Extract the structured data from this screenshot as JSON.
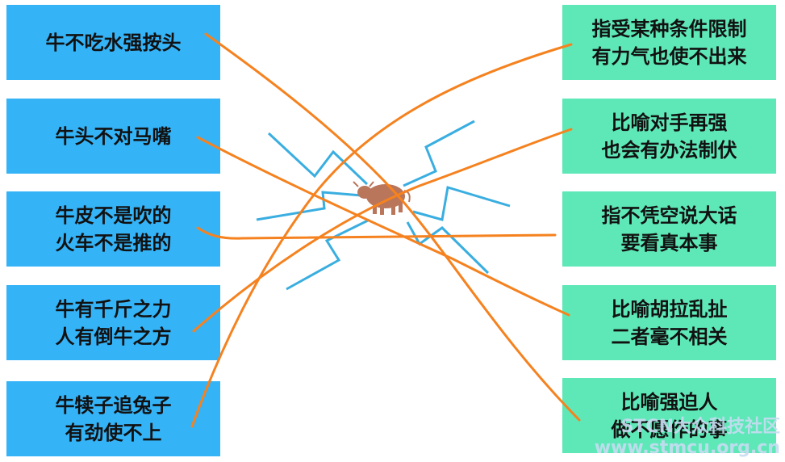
{
  "colors": {
    "left_card": "#35b3f7",
    "right_card": "#5ee8b8",
    "connector_line": "#f5821f",
    "lightning": "#3aaee0",
    "ox": "#b9765b"
  },
  "left_items": [
    {
      "lines": [
        "牛不吃水强按头"
      ]
    },
    {
      "lines": [
        "牛头不对马嘴"
      ]
    },
    {
      "lines": [
        "牛皮不是吹的",
        "火车不是推的"
      ]
    },
    {
      "lines": [
        "牛有千斤之力",
        "人有倒牛之方"
      ]
    },
    {
      "lines": [
        "牛犊子追兔子",
        "有劲使不上"
      ]
    }
  ],
  "right_items": [
    {
      "lines": [
        "指受某种条件限制",
        "有力气也使不出来"
      ]
    },
    {
      "lines": [
        "比喻对手再强",
        "也会有办法制伏"
      ]
    },
    {
      "lines": [
        "指不凭空说大话",
        "要看真本事"
      ]
    },
    {
      "lines": [
        "比喻胡拉乱扯",
        "二者毫不相关"
      ]
    },
    {
      "lines": [
        "比喻强迫人",
        "做不愿作的事"
      ]
    }
  ],
  "center_image": {
    "icon": "ox-icon"
  },
  "watermark": {
    "line1": "STCN大众科技社区",
    "line2": "www.stmcu.org.cn"
  }
}
